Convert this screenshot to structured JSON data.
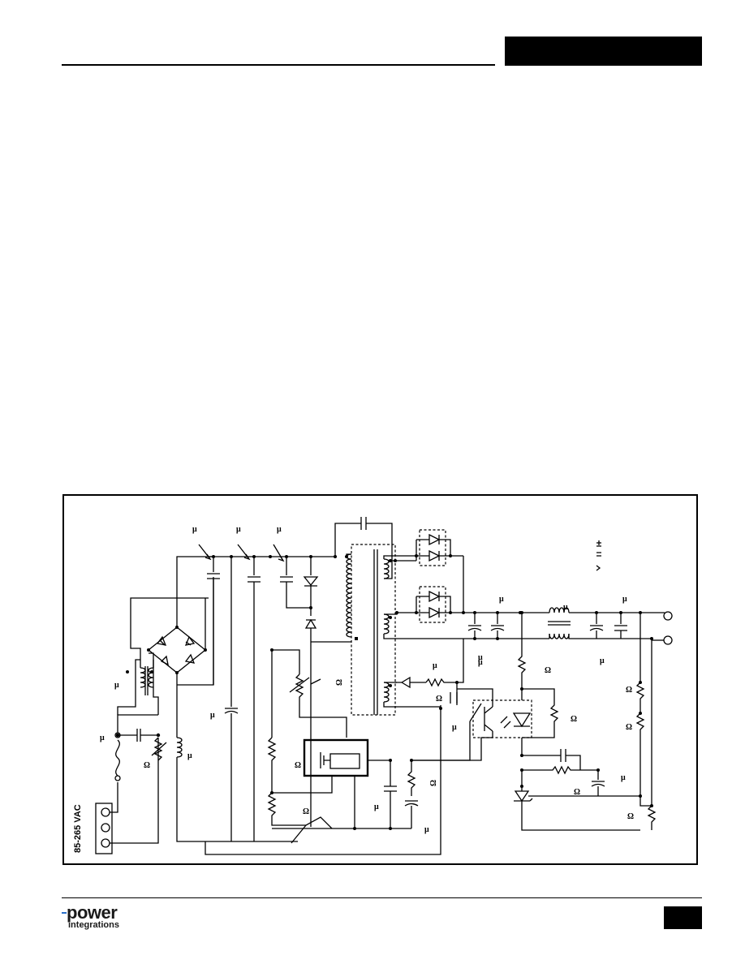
{
  "labels": {
    "mu": "μ",
    "omega": "Ω",
    "input_voltage": "85-265 VAC"
  },
  "footer": {
    "logo_word_top": "power",
    "logo_word_bottom": "integrations"
  }
}
